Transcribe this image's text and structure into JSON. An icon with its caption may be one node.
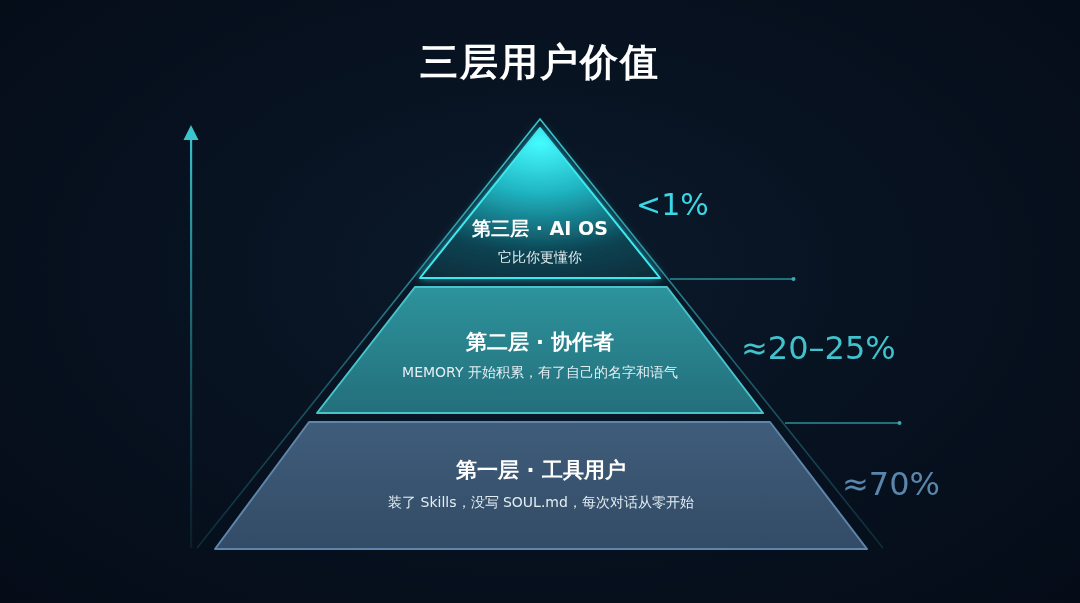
{
  "diagram": {
    "title": "三层用户价值",
    "nodes": [
      {
        "text": [
          "第三层 · AI OS",
          "它比你更懂你"
        ],
        "beside": [
          "<1%"
        ]
      },
      {
        "text": [
          "第二层 · 协作者",
          "MEMORY 开始积累，有了自己的名字和语气"
        ],
        "beside": [
          "≈20–25%"
        ]
      },
      {
        "text": [
          "第一层 · 工具用户",
          "装了 Skills，没写 SOUL.md，每次对话从零开始"
        ],
        "beside": [
          "≈70%"
        ]
      }
    ]
  }
}
